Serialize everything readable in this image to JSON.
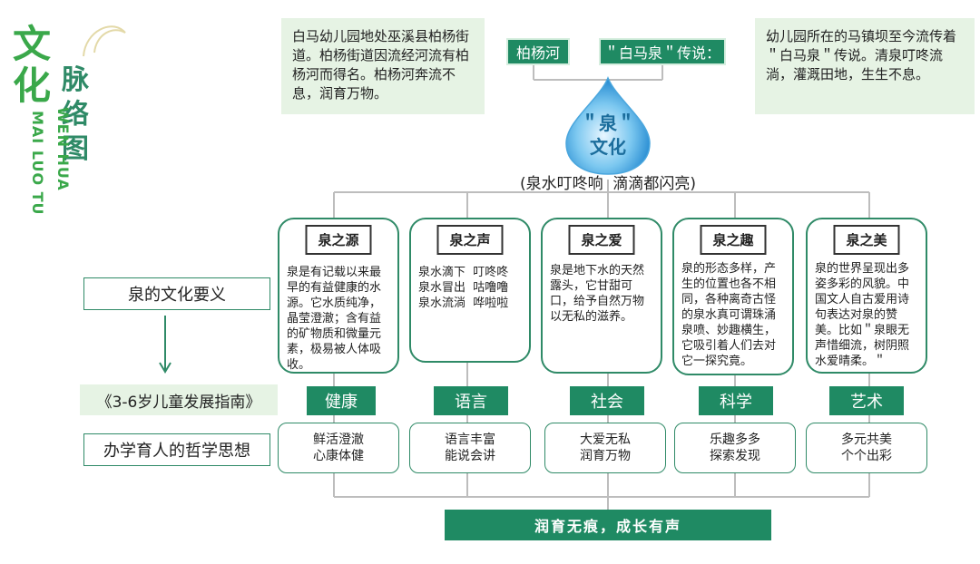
{
  "logo": {
    "chars_1": "文化",
    "chars_2": "脉络图",
    "pinyin_1": "WEN HUA",
    "pinyin_2": "MAI LUO TU"
  },
  "top": {
    "left_info": "白马幼儿园地处巫溪县柏杨街道。柏杨街道因流经河流有柏杨河而得名。柏杨河奔流不息，润育万物。",
    "river_tag": "柏杨河",
    "legend_tag": "＂白马泉＂传说：",
    "right_info": "幼儿园所在的马镇坝至今流传着＂白马泉＂传说。清泉叮咚流淌，灌溉田地，生生不息。"
  },
  "drop": {
    "line1": "＂泉＂",
    "line2": "文化"
  },
  "slogan": "(泉水叮咚响  滴滴都闪亮)",
  "side_labels": {
    "meaning": "泉的文化要义",
    "guide": "《3-6岁儿童发展指南》",
    "philosophy": "办学育人的哲学思想"
  },
  "cards": [
    {
      "title": "泉之源",
      "text": "泉是有记载以来最早的有益健康的水源。它水质纯净，晶莹澄澈；含有益的矿物质和微量元素，极易被人体吸收。"
    },
    {
      "title": "泉之声",
      "text": "泉水滴下  叮咚咚\n泉水冒出  咕噜噜\n泉水流淌  哗啦啦"
    },
    {
      "title": "泉之爱",
      "text": "泉是地下水的天然露头，它甘甜可口，给予自然万物以无私的滋养。"
    },
    {
      "title": "泉之趣",
      "text": "泉的形态多样，产生的位置也各不相同，各种离奇古怪的泉水真可谓珠涌泉喷、妙趣横生，它吸引着人们去对它一探究竟。"
    },
    {
      "title": "泉之美",
      "text": "泉的世界呈现出多姿多彩的风貌。中国文人自古爱用诗句表达对泉的赞美。比如＂泉眼无声惜细流，树阴照水爱晴柔。＂"
    }
  ],
  "domains": [
    "健康",
    "语言",
    "社会",
    "科学",
    "艺术"
  ],
  "philosophies": [
    {
      "l1": "鲜活澄澈",
      "l2": "心康体健"
    },
    {
      "l1": "语言丰富",
      "l2": "能说会讲"
    },
    {
      "l1": "大爱无私",
      "l2": "润育万物"
    },
    {
      "l1": "乐趣多多",
      "l2": "探索发现"
    },
    {
      "l1": "多元共美",
      "l2": "个个出彩"
    }
  ],
  "bottom_banner": "润育无痕，成长有声",
  "colors": {
    "green": "#1f8a63",
    "light_green": "#e6f3e4",
    "logo_green": "#3aa84a",
    "drop_blue": "#3aa3e0"
  }
}
